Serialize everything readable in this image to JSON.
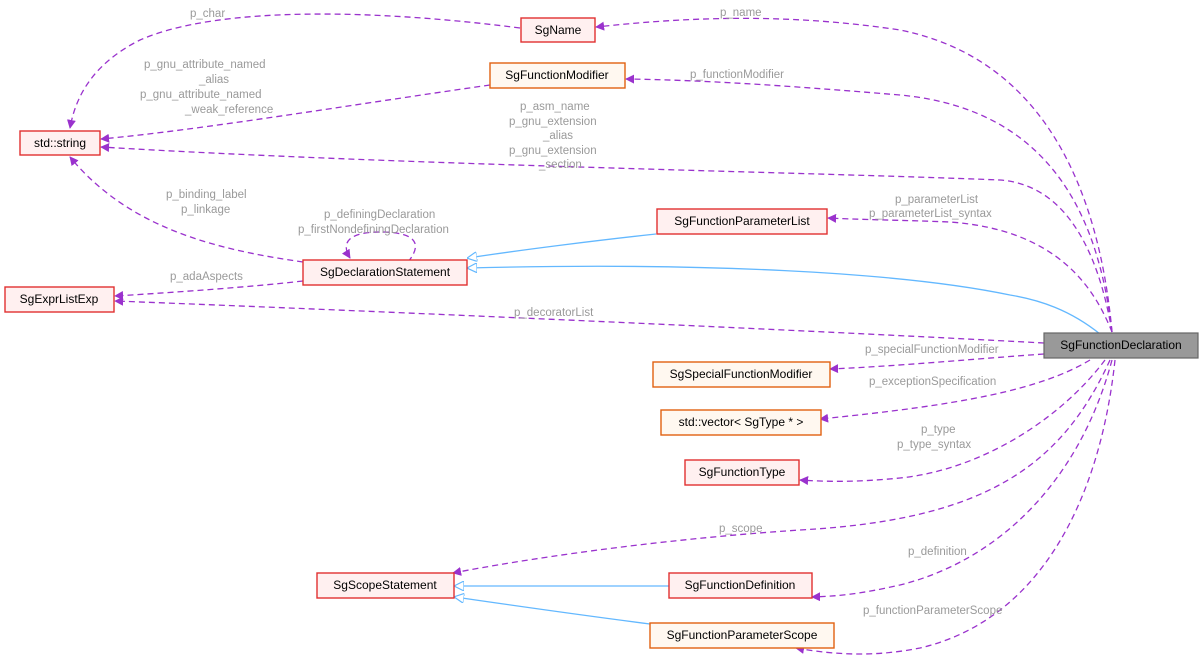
{
  "nodes": {
    "focus": "SgFunctionDeclaration",
    "sgname": "SgName",
    "funcmod": "SgFunctionModifier",
    "stdstring": "std::string",
    "paramlist": "SgFunctionParameterList",
    "declstmt": "SgDeclarationStatement",
    "exprlist": "SgExprListExp",
    "specialmod": "SgSpecialFunctionModifier",
    "vector": "std::vector< SgType * >",
    "functype": "SgFunctionType",
    "scopestmt": "SgScopeStatement",
    "funcdef": "SgFunctionDefinition",
    "paramscope": "SgFunctionParameterScope"
  },
  "labels": {
    "p_char": "p_char",
    "p_name": "p_name",
    "gnu_attr_1": "p_gnu_attribute_named",
    "gnu_attr_2": "_alias",
    "gnu_attr_3": "p_gnu_attribute_named",
    "gnu_attr_4": "_weak_reference",
    "p_functionModifier": "p_functionModifier",
    "asm_1": "p_asm_name",
    "asm_2": "p_gnu_extension",
    "asm_3": "_alias",
    "asm_4": "p_gnu_extension",
    "asm_5": "_section",
    "binding_1": "p_binding_label",
    "binding_2": "p_linkage",
    "self_1": "p_definingDeclaration",
    "self_2": "p_firstNondefiningDeclaration",
    "param_1": "p_parameterList",
    "param_2": "p_parameterList_syntax",
    "p_adaAspects": "p_adaAspects",
    "p_decoratorList": "p_decoratorList",
    "p_specialFunctionModifier": "p_specialFunctionModifier",
    "p_exceptionSpecification": "p_exceptionSpecification",
    "type_1": "p_type",
    "type_2": "p_type_syntax",
    "p_scope": "p_scope",
    "p_definition": "p_definition",
    "p_functionParameterScope": "p_functionParameterScope"
  },
  "colors": {
    "member_edge": "#9a32cd",
    "inheritance_edge": "#63b8ff",
    "class_border": "#e03030",
    "template_border": "#e06010",
    "focus_fill": "#999999",
    "label_text": "#9a9a9a"
  }
}
